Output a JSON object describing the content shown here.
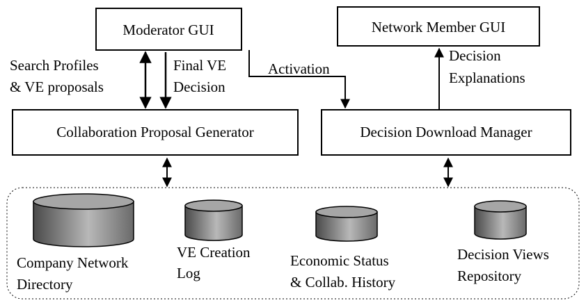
{
  "boxes": {
    "moderator_gui": "Moderator GUI",
    "network_member_gui": "Network Member GUI",
    "collaboration_proposal_generator": "Collaboration Proposal Generator",
    "decision_download_manager": "Decision Download Manager"
  },
  "edge_labels": {
    "search_profiles": [
      "Search Profiles",
      "& VE proposals"
    ],
    "final_ve_decision": [
      "Final VE",
      "Decision"
    ],
    "activation": "Activation",
    "decision_explanations": [
      "Decision",
      "Explanations"
    ]
  },
  "databases": [
    {
      "name": "company-network-directory",
      "lines": [
        "Company Network",
        "Directory"
      ]
    },
    {
      "name": "ve-creation-log",
      "lines": [
        "VE Creation",
        "Log"
      ]
    },
    {
      "name": "economic-status-collab-history",
      "lines": [
        "Economic Status",
        "& Collab. History"
      ]
    },
    {
      "name": "decision-views-repository",
      "lines": [
        "Decision Views",
        "Repository"
      ]
    }
  ],
  "colors": {
    "cylinder_dark": "#4a4a4a",
    "cylinder_light": "#b8b8b8",
    "cylinder_top": "#a6a6a6",
    "stroke": "#000000"
  }
}
